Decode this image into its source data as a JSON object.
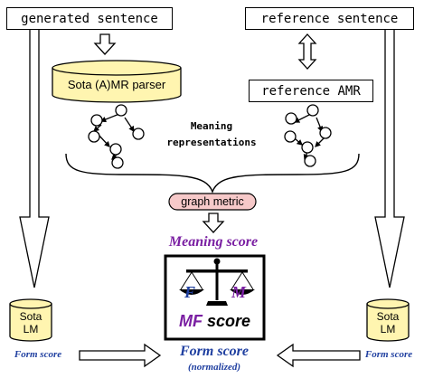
{
  "nodes": {
    "generated_sentence": "generated sentence",
    "reference_sentence": "reference sentence",
    "parser": "Sota (A)MR parser",
    "reference_amr": "reference AMR",
    "meaning_repr_line1": "Meaning",
    "meaning_repr_line2": "representations",
    "graph_metric": "graph metric",
    "meaning_score": "Meaning score",
    "lm_left_line1": "Sota",
    "lm_left_line2": "LM",
    "lm_right_line1": "Sota",
    "lm_right_line2": "LM",
    "form_score_left": "Form score",
    "form_score_right": "Form score",
    "form_score_center": "Form score",
    "form_score_normalized": "(normalized)",
    "mf_box": {
      "f_letter": "F",
      "m_letter": "M",
      "mf_text": "MF",
      "score_text": "score"
    }
  },
  "colors": {
    "meaning_score": "#7a1fa2",
    "form_score": "#1f3fa0",
    "parser_fill": "#fff5b0",
    "graph_metric_fill": "#f6c9c9",
    "lm_fill": "#fff5b0",
    "mf_text": "#7a1fa2",
    "f_letter": "#1f3fa0",
    "m_letter": "#7a1fa2"
  },
  "icons": [
    "amr-graph-icon",
    "balance-scale-icon",
    "cylinder-icon",
    "hollow-arrow-icon"
  ]
}
